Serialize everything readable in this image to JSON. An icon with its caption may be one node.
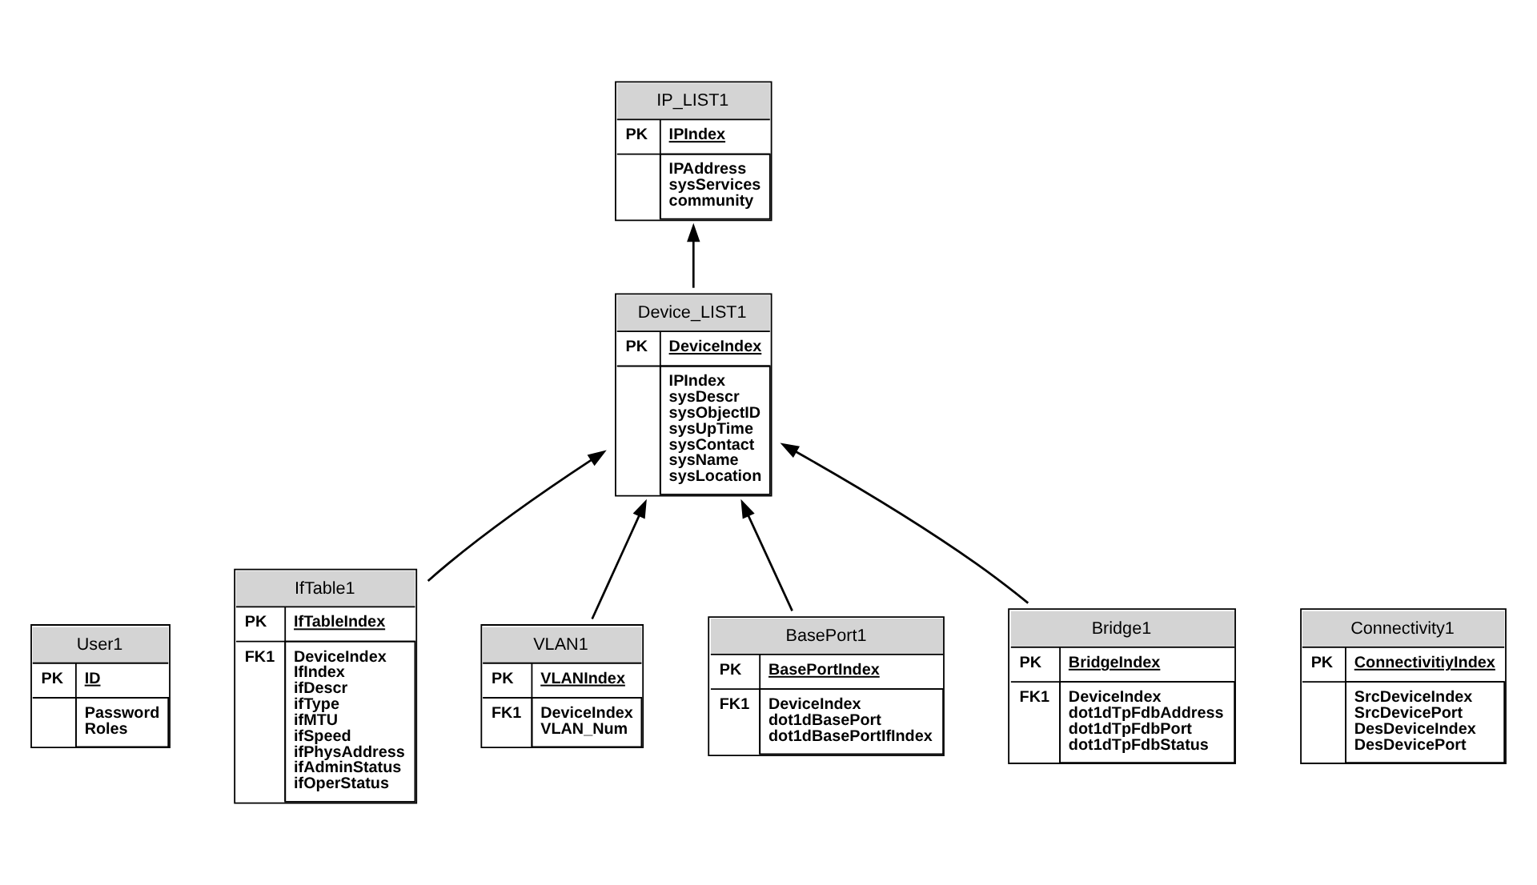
{
  "diagram": {
    "nodes": [
      {
        "text": [
          "User1",
          "PK",
          "ID",
          "Password",
          "Roles"
        ]
      },
      {
        "text": [
          "IP_LIST1",
          "PK",
          "IPIndex",
          "IPAddress",
          "sysServices",
          "community"
        ]
      },
      {
        "text": [
          "Device_LIST1",
          "PK",
          "DeviceIndex",
          "IPIndex",
          "sysDescr",
          "sysObjectID",
          "sysUpTime",
          "sysContact",
          "sysName",
          "sysLocation"
        ]
      },
      {
        "text": [
          "IfTable1",
          "PK",
          "IfTableIndex",
          "FK1",
          "DeviceIndex",
          "IfIndex",
          "ifDescr",
          "ifType",
          "ifMTU",
          "ifSpeed",
          "ifPhysAddress",
          "ifAdminStatus",
          "ifOperStatus"
        ]
      },
      {
        "text": [
          "VLAN1",
          "PK",
          "VLANIndex",
          "FK1",
          "DeviceIndex",
          "VLAN_Num"
        ]
      },
      {
        "text": [
          "Connectivity1",
          "PK",
          "ConnectivitiyIndex",
          "SrcDeviceIndex",
          "SrcDevicePort",
          "DesDeviceIndex",
          "DesDevicePort"
        ]
      },
      {
        "text": [
          "BasePort1",
          "PK",
          "BasePortIndex",
          "FK1",
          "DeviceIndex",
          "dot1dBasePort",
          "dot1dBasePortIfIndex"
        ]
      },
      {
        "text": [
          "Bridge1",
          "PK",
          "BridgeIndex",
          "FK1",
          "DeviceIndex",
          "dot1dTpFdbAddress",
          "dot1dTpFdbPort",
          "dot1dTpFdbStatus"
        ]
      }
    ],
    "edges": [
      {
        "from": 2,
        "to": 1,
        "arrow": "to"
      },
      {
        "from": 3,
        "to": 2,
        "arrow": "to"
      },
      {
        "from": 4,
        "to": 2,
        "arrow": "to"
      },
      {
        "from": 6,
        "to": 2,
        "arrow": "to"
      },
      {
        "from": 7,
        "to": 2,
        "arrow": "to"
      }
    ]
  }
}
